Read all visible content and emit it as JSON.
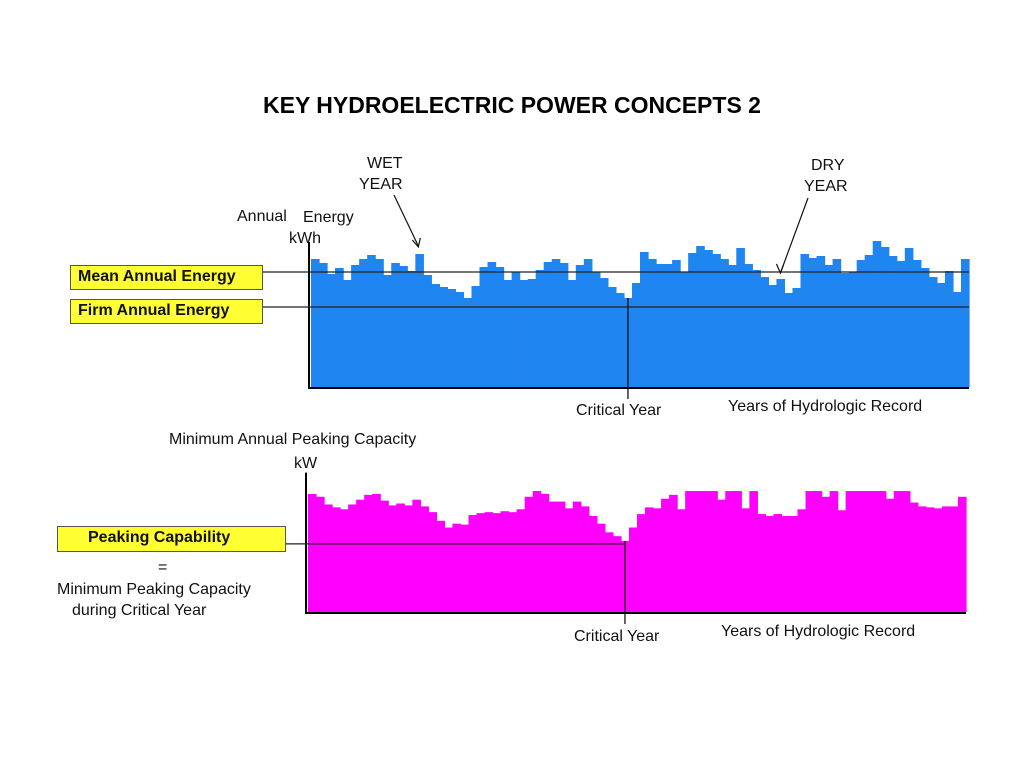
{
  "title": "KEY HYDROELECTRIC POWER CONCEPTS 2",
  "colors": {
    "energy": "#1f85f0",
    "peaking": "#ff00ff",
    "highlight_box": "#ffff33"
  },
  "labels": {
    "top_ylabel_line1a": "Annual",
    "top_ylabel_line1b": "Energy",
    "top_ylabel_line2": "kWh",
    "wet_year": [
      "WET",
      "YEAR"
    ],
    "dry_year": [
      "DRY",
      "YEAR"
    ],
    "mean_annual_energy": "Mean Annual Energy",
    "firm_annual_energy": "Firm Annual Energy",
    "critical_year": "Critical Year",
    "years_record": "Years of Hydrologic Record",
    "bottom_ylabel_line1": "Minimum Annual Peaking Capacity",
    "bottom_ylabel_line2": "kW",
    "peaking_capability": "Peaking Capability",
    "equals": "=",
    "min_peaking_line1": "Minimum Peaking Capacity",
    "min_peaking_line2": "during Critical Year"
  },
  "chart_data": [
    {
      "type": "bar",
      "title": "",
      "ylabel": "Annual Energy kWh",
      "xlabel": "Years of Hydrologic Record",
      "ylim": [
        0,
        140
      ],
      "reference_lines": {
        "mean_annual_energy": 115,
        "firm_annual_energy": 80
      },
      "critical_year_index": 39,
      "wet_year_index": 13,
      "dry_year_index": 58,
      "values": [
        128,
        124,
        113,
        119,
        107,
        122,
        128,
        132,
        128,
        112,
        124,
        121,
        116,
        133,
        112,
        103,
        100,
        98,
        95,
        89,
        101,
        120,
        125,
        120,
        107,
        115,
        107,
        108,
        117,
        125,
        128,
        124,
        107,
        122,
        128,
        115,
        109,
        100,
        94,
        89,
        104,
        135,
        128,
        123,
        123,
        127,
        115,
        134,
        141,
        137,
        133,
        128,
        122,
        139,
        123,
        117,
        110,
        102,
        108,
        94,
        99,
        133,
        129,
        131,
        122,
        128,
        114,
        115,
        127,
        132,
        146,
        140,
        131,
        126,
        139,
        127,
        119,
        110,
        104,
        116,
        95,
        128
      ]
    },
    {
      "type": "bar",
      "title": "",
      "ylabel": "Minimum Annual Peaking Capacity kW",
      "xlabel": "Years of Hydrologic Record",
      "ylim": [
        0,
        140
      ],
      "reference_lines": {
        "peaking_capability": 71
      },
      "critical_year_index": 39,
      "values": [
        123,
        120,
        112,
        109,
        107,
        112,
        117,
        122,
        123,
        116,
        111,
        113,
        111,
        117,
        110,
        104,
        95,
        88,
        92,
        91,
        101,
        103,
        104,
        103,
        105,
        104,
        107,
        120,
        126,
        123,
        115,
        115,
        108,
        115,
        110,
        100,
        92,
        83,
        79,
        74,
        88,
        102,
        109,
        108,
        118,
        122,
        107,
        126,
        126,
        126,
        126,
        117,
        126,
        126,
        108,
        126,
        102,
        100,
        102,
        100,
        100,
        107,
        126,
        126,
        120,
        126,
        106,
        126,
        126,
        126,
        126,
        126,
        118,
        126,
        126,
        114,
        110,
        109,
        108,
        110,
        110,
        120
      ]
    }
  ]
}
